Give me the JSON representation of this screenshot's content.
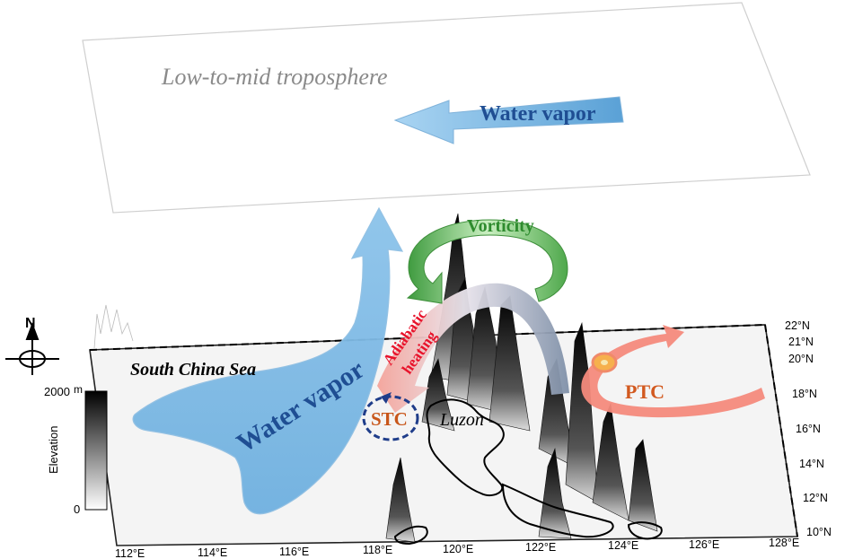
{
  "labels": {
    "layer_title": "Low-to-mid troposphere",
    "upper_water_vapor": "Water vapor",
    "lower_water_vapor": "Water vapor",
    "vorticity": "Vorticity",
    "adiabatic_heating_line1": "Adiabatic",
    "adiabatic_heating_line2": "heating",
    "south_china_sea": "South China Sea",
    "stc": "STC",
    "ptc": "PTC",
    "luzon": "Luzon"
  },
  "compass": {
    "north_label": "N"
  },
  "elevation_bar": {
    "max_label": "2000",
    "unit": "m",
    "min_label": "0",
    "title": "Elevation"
  },
  "map": {
    "x_ticks": [
      "112°E",
      "114°E",
      "116°E",
      "118°E",
      "120°E",
      "122°E",
      "124°E",
      "126°E",
      "128°E"
    ],
    "y_ticks": [
      "22°N",
      "21°N",
      "20°N",
      "18°N",
      "16°N",
      "14°N",
      "12°N",
      "10°N"
    ]
  },
  "colors": {
    "water_vapor_blue": "#7fb8e3",
    "water_vapor_text": "#1f4e93",
    "vorticity_green": "#6cc26a",
    "vorticity_text": "#2e8b2e",
    "heating_red": "#f27a6e",
    "heating_text": "#e8132b",
    "stc_text": "#c8561a",
    "stc_ring": "#1f3d8a",
    "ptc_text": "#d2591f",
    "ptc_arrow": "#f48a7c",
    "descent_gray": "#8a9bb2"
  }
}
